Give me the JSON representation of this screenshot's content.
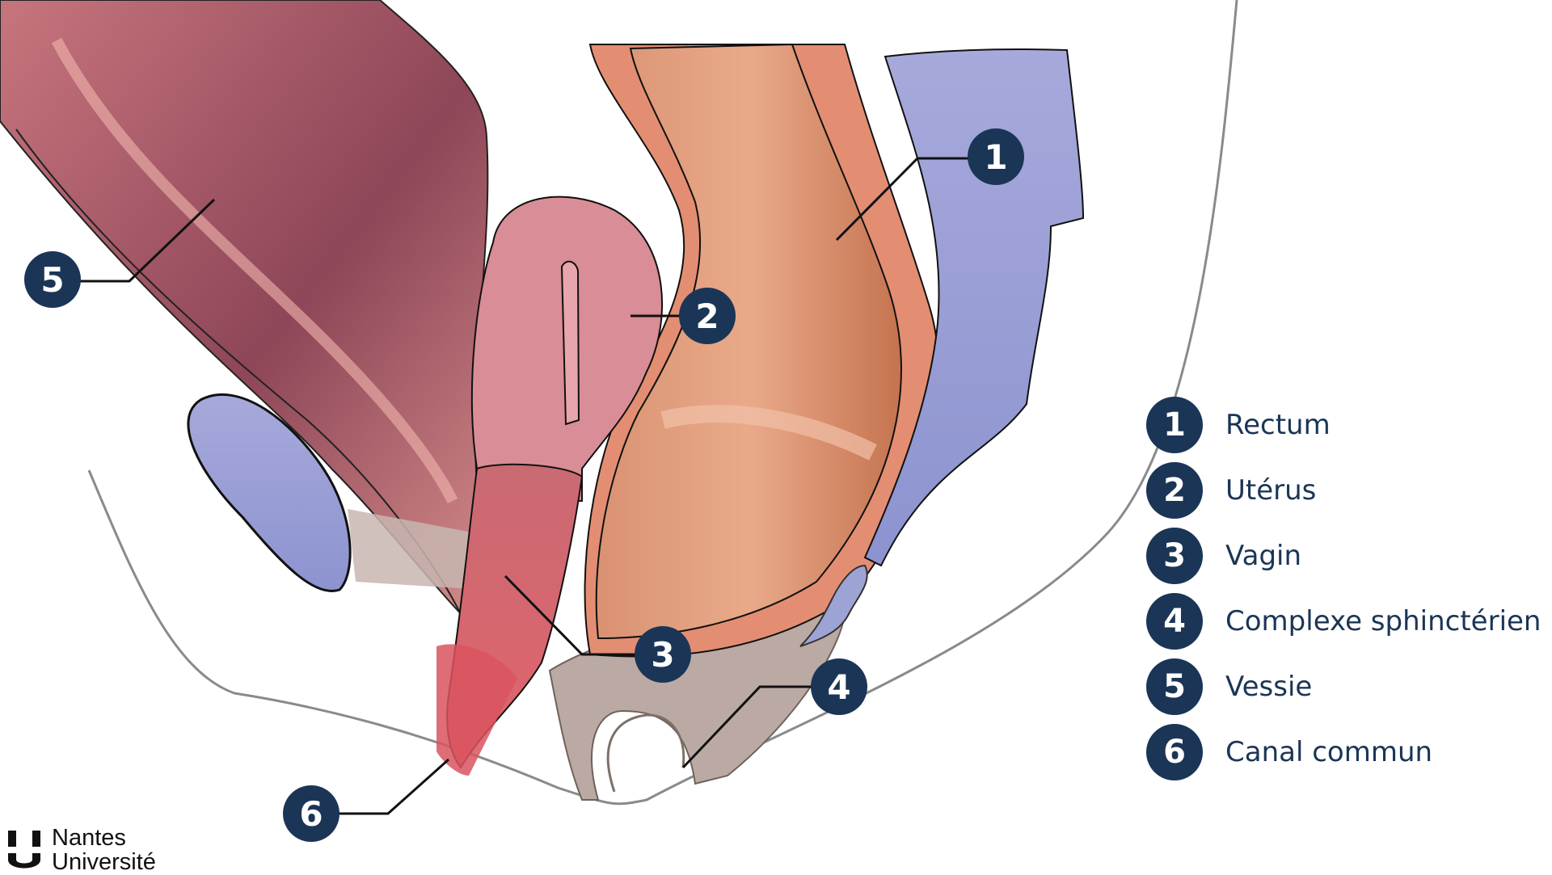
{
  "markers": [
    {
      "number": "1"
    },
    {
      "number": "2"
    },
    {
      "number": "3"
    },
    {
      "number": "4"
    },
    {
      "number": "5"
    },
    {
      "number": "6"
    }
  ],
  "legend": [
    {
      "number": "1",
      "label": "Rectum"
    },
    {
      "number": "2",
      "label": "Utérus"
    },
    {
      "number": "3",
      "label": "Vagin"
    },
    {
      "number": "4",
      "label": "Complexe sphinctérien"
    },
    {
      "number": "5",
      "label": "Vessie"
    },
    {
      "number": "6",
      "label": "Canal commun"
    }
  ],
  "logo": {
    "line1": "Nantes",
    "line2": "Université"
  },
  "colors": {
    "marker_fill": "#1b3556",
    "rectum": "#c9805e",
    "bladder": "#a85a66",
    "uterus": "#d88c96",
    "vagina": "#cc4f5c",
    "vein": "#8f9ad2",
    "muscle": "#b9a6a0",
    "outline": "#8a8a8a"
  }
}
